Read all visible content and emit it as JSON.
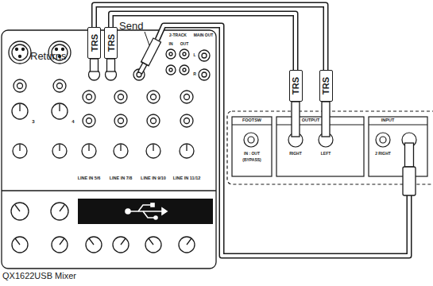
{
  "diagram": {
    "nodes": [
      {
        "text": [
          "TRS"
        ]
      },
      {
        "text": [
          "TRS"
        ]
      },
      {
        "text": [
          "TRS"
        ]
      },
      {
        "text": [
          "TRS"
        ]
      }
    ],
    "edges": [
      {
        "from": 0,
        "to": 3,
        "arrow": "none"
      },
      {
        "from": 1,
        "to": 2,
        "arrow": "none"
      }
    ],
    "labels": [
      "Returns",
      "Send",
      "QX1622USB Mixer",
      "2-TRACK",
      "IN",
      "OUT",
      "MAIN OUT",
      "L",
      "R",
      "LINE IN 5/6",
      "LINE IN 7/8",
      "LINE IN 9/10",
      "LINE IN 11/12",
      "3",
      "4",
      "FOOTSW",
      "IN : OUT",
      "(BYPASS)",
      "OUTPUT",
      "RIGHT",
      "LEFT",
      "INPUT",
      "2 RIGHT"
    ]
  }
}
